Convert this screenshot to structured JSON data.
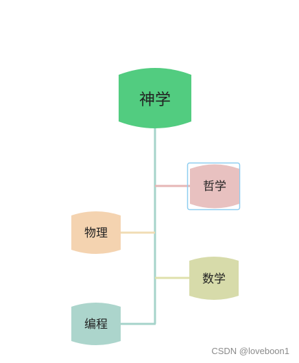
{
  "diagram": {
    "root": {
      "label": "神学",
      "color": "#52cc80"
    },
    "children": [
      {
        "label": "哲学",
        "color": "#e8c1c0",
        "connector_color": "#e6b6b5",
        "side": "right",
        "selected": true
      },
      {
        "label": "物理",
        "color": "#f4d3b0",
        "connector_color": "#f1dcb4",
        "side": "left",
        "selected": false
      },
      {
        "label": "数学",
        "color": "#d7dbaa",
        "connector_color": "#dfe0ab",
        "side": "right",
        "selected": false
      },
      {
        "label": "编程",
        "color": "#acd5cc",
        "connector_color": "#a5d3ca",
        "side": "left",
        "selected": false
      }
    ],
    "trunk_color": "#a5d3ca",
    "selection_color": "#8ecdf0"
  },
  "watermark": "CSDN @loveboon1"
}
